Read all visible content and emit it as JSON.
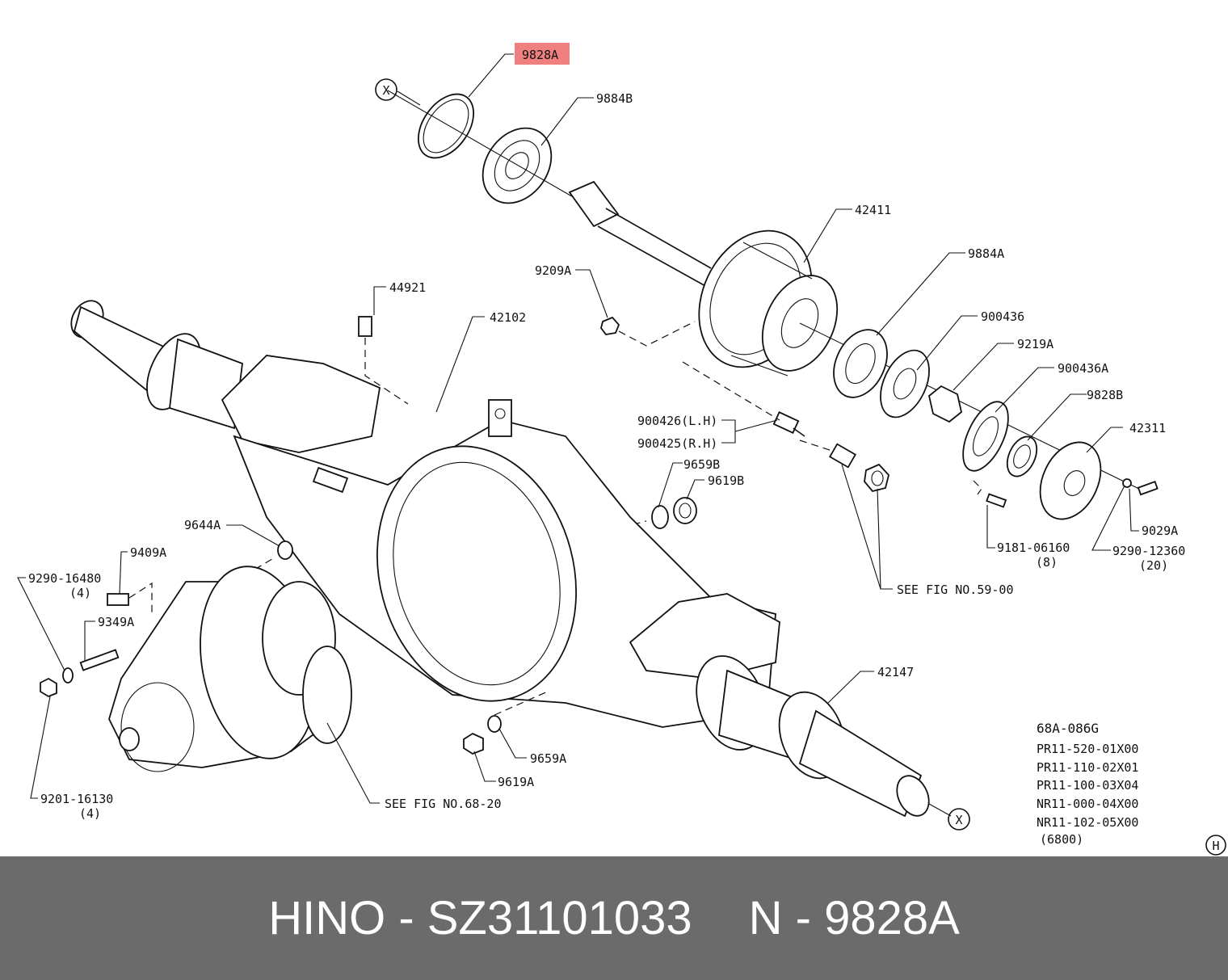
{
  "callouts": {
    "c9828A": "9828A",
    "c9884B": "9884B",
    "c42411": "42411",
    "c9884A": "9884A",
    "c9209A": "9209A",
    "c44921": "44921",
    "c42102": "42102",
    "c900436": "900436",
    "c9219A": "9219A",
    "c900436A": "900436A",
    "c9828B": "9828B",
    "c42311": "42311",
    "c900426": "900426(L.H)",
    "c900425": "900425(R.H)",
    "c9659B": "9659B",
    "c9619B": "9619B",
    "c9644A": "9644A",
    "c9409A": "9409A",
    "c9290_16480": "9290-16480",
    "q4a": "(4)",
    "c9349A": "9349A",
    "c9029A": "9029A",
    "c9181": "9181-06160",
    "q8": "(8)",
    "c9290_12360": "9290-12360",
    "q20": "(20)",
    "seeFig59": "SEE FIG NO.59-00",
    "c42147": "42147",
    "c9659A": "9659A",
    "c9619A": "9619A",
    "seeFig68": "SEE FIG NO.68-20",
    "c9201": "9201-16130",
    "q4b": "(4)",
    "markX": "X",
    "markH": "H"
  },
  "notes": {
    "n1": "68A-086G",
    "n2": "PR11-520-01X00",
    "n3": "PR11-110-02X01",
    "n4": "PR11-100-03X04",
    "n5": "NR11-000-04X00",
    "n6": "NR11-102-05X00",
    "n7": "(6800)"
  },
  "footer": {
    "brand": "HINO",
    "sep1": " - ",
    "part_number": "SZ31101033",
    "n_label": "N",
    "sep2": " - ",
    "n_value": "9828A"
  },
  "colors": {
    "highlight": "#f08080",
    "footer_bg": "#6b6b6b",
    "footer_text": "#ffffff"
  }
}
